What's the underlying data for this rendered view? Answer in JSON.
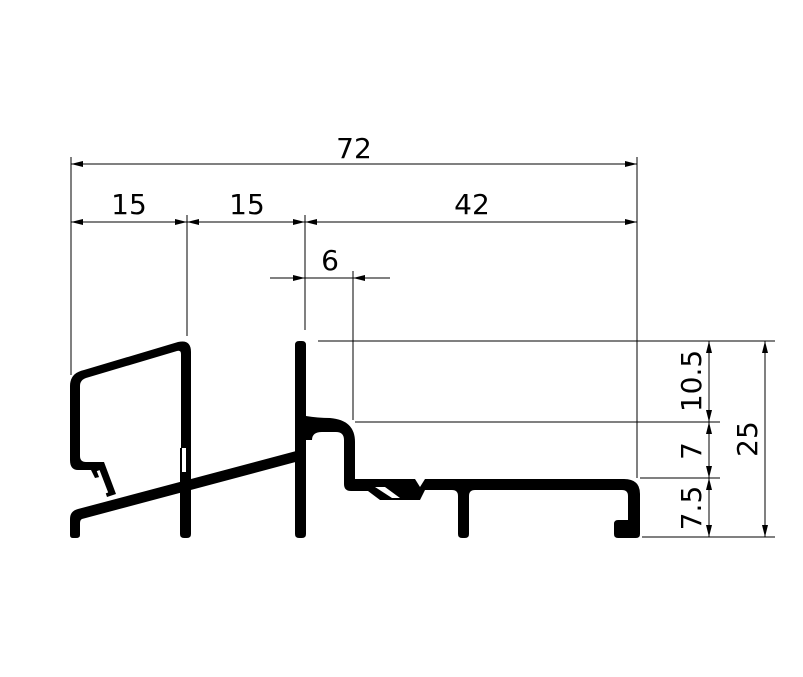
{
  "dimensions": {
    "overall_width": "72",
    "segment_1": "15",
    "segment_2": "15",
    "segment_3": "42",
    "slot_width": "6",
    "height_top": "10.5",
    "height_middle": "7",
    "height_bottom": "7.5",
    "overall_height": "25"
  },
  "colors": {
    "line": "#000000",
    "background": "#ffffff"
  }
}
